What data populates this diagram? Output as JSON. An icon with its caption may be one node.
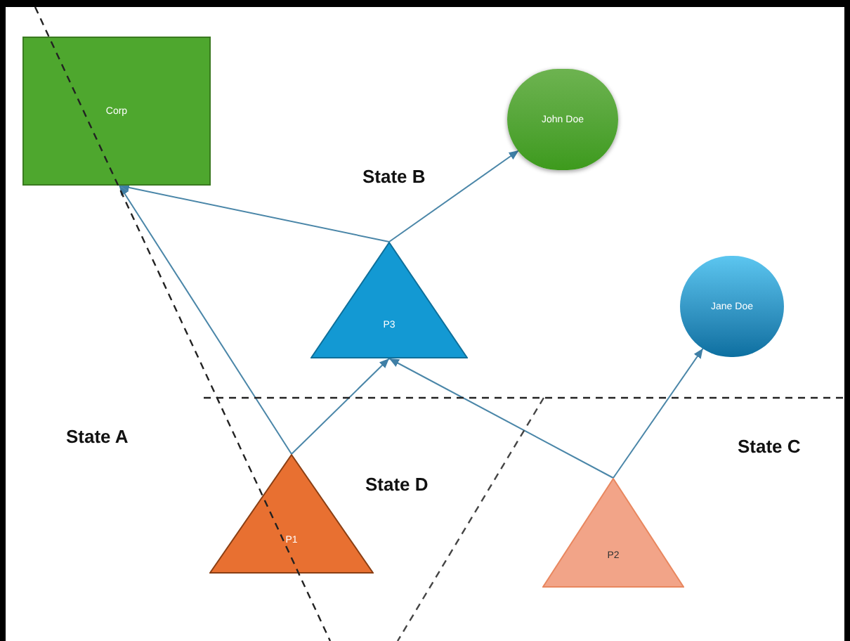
{
  "diagram": {
    "nodes": [
      {
        "text": [
          "Corp"
        ]
      },
      {
        "text": [
          "John Doe"
        ]
      },
      {
        "text": [
          "P3"
        ]
      },
      {
        "text": [
          "Jane Doe"
        ]
      },
      {
        "text": [
          "P1"
        ]
      },
      {
        "text": [
          "P2"
        ]
      }
    ],
    "edges": [
      {
        "from": 2,
        "to": 0,
        "arrow": "to"
      },
      {
        "from": 2,
        "to": 1,
        "arrow": "to"
      },
      {
        "from": 4,
        "to": 0,
        "arrow": "to"
      },
      {
        "from": 4,
        "to": 2,
        "arrow": "to"
      },
      {
        "from": 5,
        "to": 2,
        "arrow": "to"
      },
      {
        "from": 5,
        "to": 3,
        "arrow": "to"
      }
    ],
    "labels": [
      "State B",
      "State A",
      "State D",
      "State C"
    ]
  }
}
